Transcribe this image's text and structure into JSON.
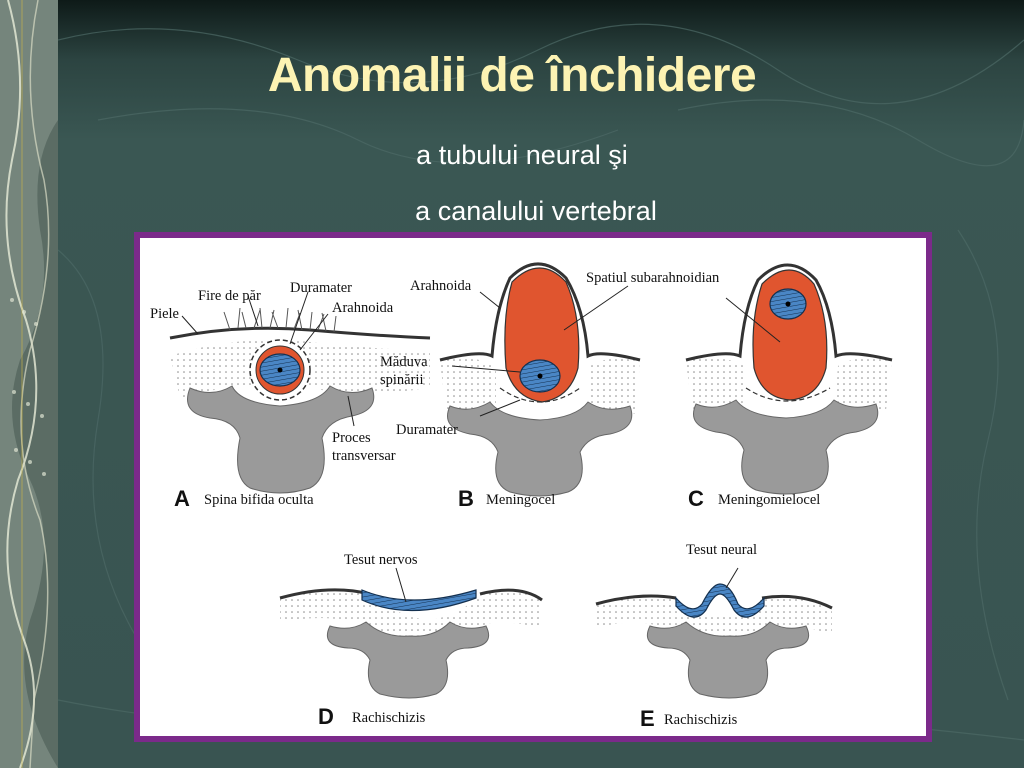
{
  "slide": {
    "title": "Anomalii de închidere",
    "subtitle_line1": "a tubului neural şi",
    "subtitle_line2": "a canalului vertebral"
  },
  "figure": {
    "panels": [
      {
        "letter": "A",
        "caption": "Spina bifida oculta"
      },
      {
        "letter": "B",
        "caption": "Meningocel"
      },
      {
        "letter": "C",
        "caption": "Meningomielocel"
      },
      {
        "letter": "D",
        "caption": "Rachischizis"
      },
      {
        "letter": "E",
        "caption": "Rachischizis"
      }
    ],
    "labels": {
      "fire_de_par": "Fire de păr",
      "duramater_a": "Duramater",
      "arahnoida_a": "Arahnoida",
      "piele": "Piele",
      "proces": "Proces",
      "transversar": "transversar",
      "arahnoida_b": "Arahnoida",
      "maduva": "Măduva",
      "spinarii": "spinării",
      "duramater_b": "Duramater",
      "spatiul": "Spatiul subarahnoidian",
      "tesut_nervos": "Tesut nervos",
      "tesut_neural": "Tesut neural"
    },
    "colors": {
      "meninges_fill": "#e0552f",
      "cord_fill": "#4a86c5",
      "bone_fill": "#9a9a9a",
      "frame": "#7b2a8a"
    }
  }
}
